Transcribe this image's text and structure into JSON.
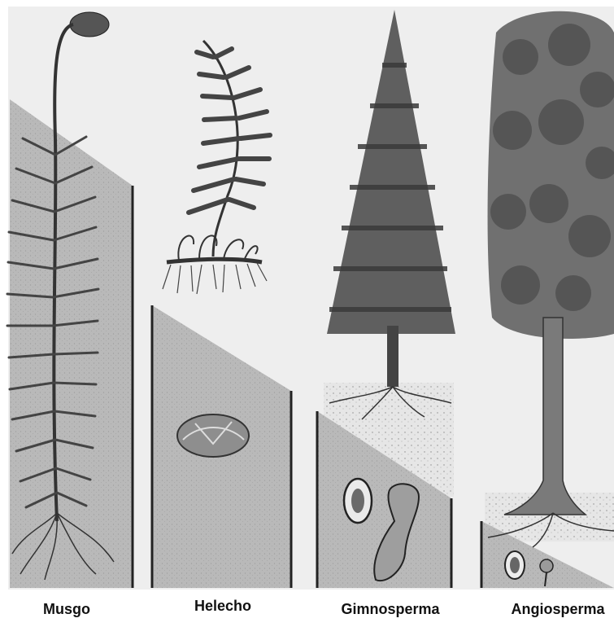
{
  "labels": {
    "musgo": "Musgo",
    "helecho": "Helecho",
    "gimnosperma": "Gimnosperma",
    "angiosperma": "Angiosperma"
  },
  "colors": {
    "panel": "#b7b7b7",
    "panel_edge": "#2a2a2a",
    "paper": "#ececec",
    "plant_dark": "#3b3b3b",
    "foliage": "#6e6e6e"
  }
}
